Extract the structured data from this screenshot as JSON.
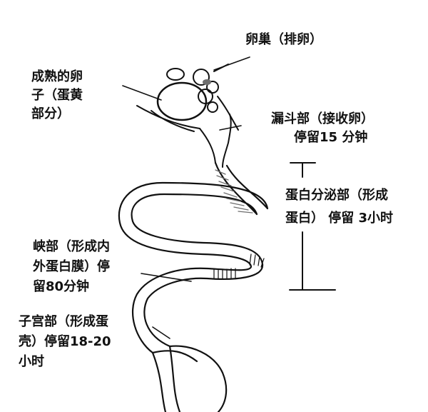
{
  "labels": {
    "ovary": [
      "卵巢（排卵）"
    ],
    "mature_egg": [
      "成熟的卵",
      "子（蛋黄",
      "部分）"
    ],
    "infundibulum": [
      "漏斗部（接收卵）",
      "停留15 分钟"
    ],
    "magnum": [
      "蛋白分泌部（形成",
      "蛋白）  停留 3小时"
    ],
    "isthmus": [
      "峡部（形成内",
      "外蛋白膜）停",
      "留80分钟"
    ],
    "uterus": [
      "子宫部（形成蛋",
      "壳）停留18-20",
      "小时"
    ]
  },
  "colors": {
    "ink": "#111111",
    "background": "#ffffff",
    "shading": "#6e6e6e"
  }
}
